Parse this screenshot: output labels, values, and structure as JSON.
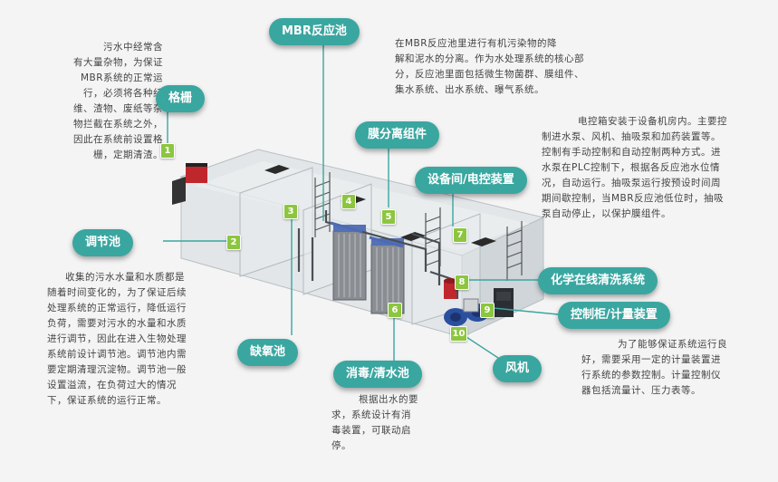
{
  "colors": {
    "accent": "#3aa6a0",
    "marker": "#8cc63f",
    "leader": "#3aa6a0"
  },
  "labels": {
    "grid": "格栅",
    "mbr": "MBR反应池",
    "membrane": "膜分离组件",
    "equipment_room": "设备间/电控装置",
    "regulating": "调节池",
    "anoxic": "缺氧池",
    "disinfection": "消毒/清水池",
    "chemical_cleaning": "化学在线清洗系统",
    "control_cabinet": "控制柜/计量装置",
    "blower": "风机"
  },
  "markers": [
    "1",
    "2",
    "3",
    "4",
    "5",
    "6",
    "7",
    "8",
    "9",
    "10"
  ],
  "descriptions": {
    "grid": [
      "污水中经常含",
      "有大量杂物，为保证",
      "MBR系统的正常运",
      "行，必须将各种纤",
      "维、渣物、废纸等杂",
      "物拦截在系统之外，",
      "因此在系统前设置格",
      "栅，定期清渣。"
    ],
    "mbr": [
      "在MBR反应池里进行有机污染物的降",
      "解和泥水的分离。作为水处理系统的核心部",
      "分，反应池里面包括微生物菌群、膜组件、",
      "集水系统、出水系统、曝气系统。"
    ],
    "equipment_room": [
      "电控箱安装于设备机房内。主要控",
      "制进水泵、风机、抽吸泵和加药装置等。",
      "控制有手动控制和自动控制两种方式。进",
      "水泵在PLC控制下，根据各反应池水位情",
      "况，自动运行。抽吸泵运行按预设时间周",
      "期间歇控制，当MBR反应池低位时，抽吸",
      "泵自动停止，以保护膜组件。"
    ],
    "regulating": [
      "收集的污水水量和水质都是",
      "随着时间变化的，为了保证后续",
      "处理系统的正常运行，降低运行",
      "负荷，需要对污水的水量和水质",
      "进行调节，因此在进入生物处理",
      "系统前设计调节池。调节池内需",
      "要定期清理沉淀物。调节池一般",
      "设置溢流，在负荷过大的情况",
      "下，保证系统的运行正常。"
    ],
    "disinfection": [
      "根据出水的要",
      "求，系统设计有消",
      "毒装置，可联动启",
      "停。"
    ],
    "control_cabinet": [
      "为了能够保证系统运行良",
      "好，需要采用一定的计量装置进",
      "行系统的参数控制。计量控制仪",
      "器包括流量计、压力表等。"
    ]
  }
}
